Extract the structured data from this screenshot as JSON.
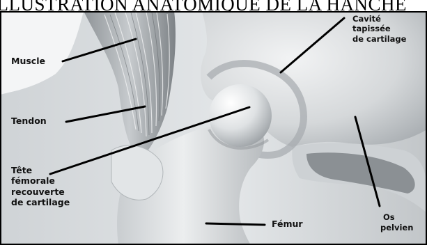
{
  "title": "ILLUSTRATION ANATOMIQUE DE LA HANCHE",
  "labels": {
    "muscle": "Muscle",
    "tendon": "Tendon",
    "tete": [
      "Tête",
      "fémorale",
      "recouverte",
      "de cartilage"
    ],
    "cavite": [
      "Cavité",
      "tapissée",
      "de cartilage"
    ],
    "femur": "Fémur",
    "os": [
      "Os",
      "pelvien"
    ]
  },
  "colors": {
    "bone": "#d9dcde",
    "bone_shadow": "#9ea3a7",
    "leader": "#000000",
    "frame": "#000000"
  }
}
